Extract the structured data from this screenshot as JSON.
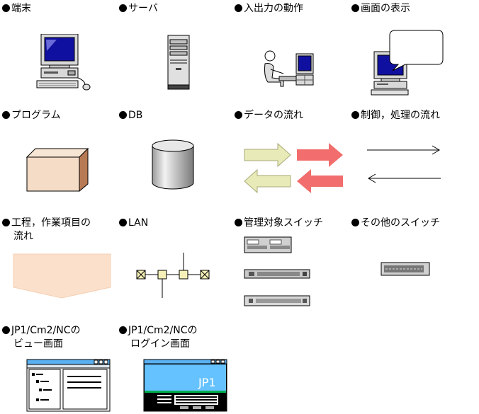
{
  "legend": {
    "terminal": "端末",
    "server": "サーバ",
    "io_operation": "入出力の動作",
    "screen_display": "画面の表示",
    "program": "プログラム",
    "db": "DB",
    "data_flow": "データの流れ",
    "control_flow": "制御，処理の流れ",
    "process_flow_line1": "工程，作業項目の",
    "process_flow_line2": "流れ",
    "lan": "LAN",
    "managed_switch": "管理対象スイッチ",
    "other_switch": "その他のスイッチ",
    "view_screen_line1": "JP1/Cm2/NCの",
    "view_screen_line2": "ビュー画面",
    "login_screen_line1": "JP1/Cm2/NCの",
    "login_screen_line2": "ログイン画面"
  },
  "login_logo": "JP1",
  "colors": {
    "monitor_blue": "#1010a0",
    "data_arrow": "#e8eab8",
    "control_arrow": "#f26e6e",
    "program_box": "#f5dcc6",
    "process_flow": "#fbe0cc",
    "lan_node": "#f5f0b8",
    "login_header": "#66c2ff",
    "login_bar": "#00b050"
  }
}
